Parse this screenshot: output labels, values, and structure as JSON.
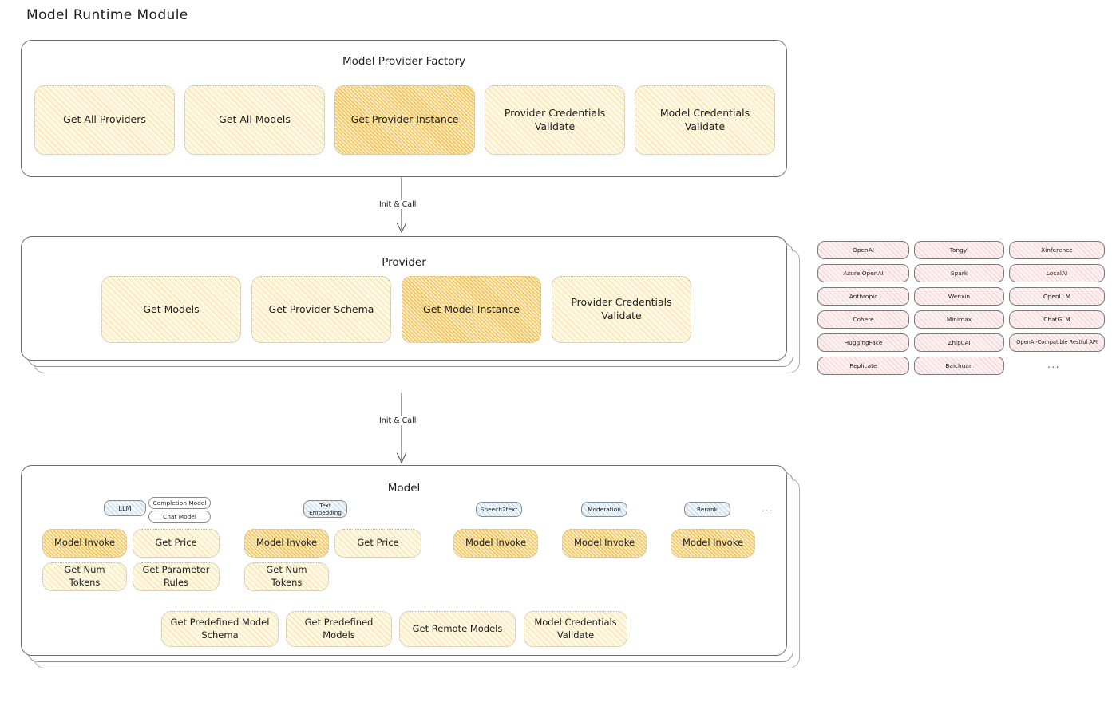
{
  "page": {
    "title": "Model Runtime Module"
  },
  "factory": {
    "title": "Model Provider Factory",
    "nodes": [
      {
        "label": "Get All Providers",
        "highlight": false
      },
      {
        "label": "Get All Models",
        "highlight": false
      },
      {
        "label": "Get Provider Instance",
        "highlight": true
      },
      {
        "label": "Provider Credentials Validate",
        "highlight": false
      },
      {
        "label": "Model Credentials Validate",
        "highlight": false
      }
    ]
  },
  "arrows": [
    {
      "label": "Init & Call"
    },
    {
      "label": "Init & Call"
    }
  ],
  "provider": {
    "title": "Provider",
    "nodes": [
      {
        "label": "Get Models",
        "highlight": false
      },
      {
        "label": "Get Provider Schema",
        "highlight": false
      },
      {
        "label": "Get Model Instance",
        "highlight": true
      },
      {
        "label": "Provider Credentials Validate",
        "highlight": false
      }
    ]
  },
  "provider_list": {
    "columns": [
      [
        "OpenAI",
        "Azure OpenAI",
        "Anthropic",
        "Cohere",
        "HuggingFace",
        "Replicate"
      ],
      [
        "Tongyi",
        "Spark",
        "Wenxin",
        "Minimax",
        "ZhipuAI",
        "Baichuan"
      ],
      [
        "Xinference",
        "LocalAI",
        "OpenLLM",
        "ChatGLM",
        "OpenAI-Compatible Restful API"
      ]
    ],
    "more": "..."
  },
  "model": {
    "title": "Model",
    "more": "...",
    "types": [
      {
        "name": "LLM",
        "sub": [
          "Completion Model",
          "Chat Model"
        ],
        "methods": [
          "Model Invoke",
          "Get Price",
          "Get Num Tokens",
          "Get Parameter Rules"
        ],
        "highlight_first": true
      },
      {
        "name": "Text Embedding",
        "sub": [],
        "methods": [
          "Model Invoke",
          "Get Price",
          "Get Num Tokens"
        ],
        "highlight_first": true
      },
      {
        "name": "Speech2text",
        "sub": [],
        "methods": [
          "Model Invoke"
        ],
        "highlight_first": true
      },
      {
        "name": "Moderation",
        "sub": [],
        "methods": [
          "Model Invoke"
        ],
        "highlight_first": true
      },
      {
        "name": "Rerank",
        "sub": [],
        "methods": [
          "Model Invoke"
        ],
        "highlight_first": true
      }
    ],
    "common_methods": [
      "Get Predefined Model Schema",
      "Get Predefined Models",
      "Get Remote Models",
      "Model Credentials Validate"
    ]
  },
  "colors": {
    "fill_yellow": "#fdf7e3",
    "fill_orange": "#fcecc4",
    "fill_pink": "#fdf0f0",
    "fill_blue": "#eef5fb",
    "stroke": "#6b6b6b",
    "text": "#1e1e1e"
  }
}
